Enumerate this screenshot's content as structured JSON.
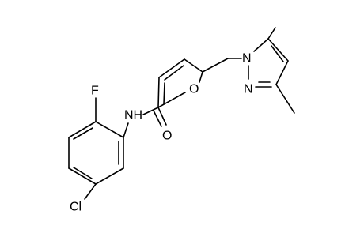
{
  "molecule": {
    "atom_labels": {
      "nitrogen_amide": "NH",
      "oxygen_carbonyl": "O",
      "oxygen_furan": "O",
      "fluorine": "F",
      "chlorine": "Cl",
      "nitrogen_pyrazole_1": "N",
      "nitrogen_pyrazole_2": "N"
    },
    "colors": {
      "bond": "#000000",
      "label": "#000000",
      "background": "#ffffff"
    }
  }
}
